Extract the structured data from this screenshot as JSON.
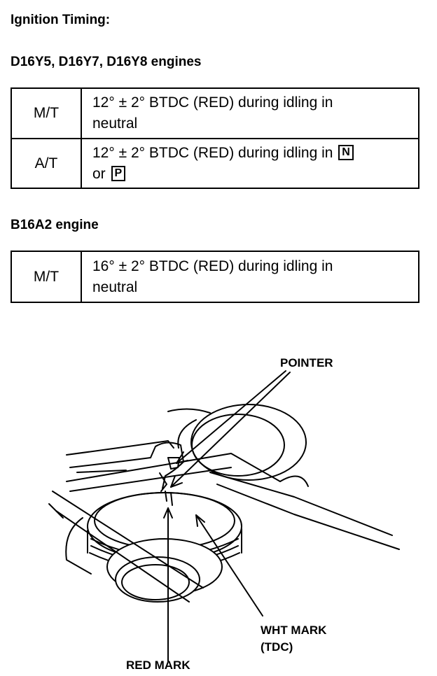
{
  "title": "Ignition Timing:",
  "section1": {
    "heading": "D16Y5, D16Y7, D16Y8 engines",
    "rows": [
      {
        "trans": "M/T",
        "line1": "12° ± 2° BTDC (RED) during idling in",
        "line2": "neutral"
      },
      {
        "trans": "A/T",
        "line1": "12° ± 2° BTDC (RED) during idling in",
        "box1": "N",
        "line2_prefix": "or",
        "box2": "P"
      }
    ]
  },
  "section2": {
    "heading": "B16A2 engine",
    "rows": [
      {
        "trans": "M/T",
        "line1": "16° ± 2° BTDC (RED) during idling in",
        "line2": "neutral"
      }
    ]
  },
  "figure": {
    "pointer_label": "POINTER",
    "wht_mark_label_line1": "WHT MARK",
    "wht_mark_label_line2": "(TDC)",
    "red_mark_label": "RED MARK"
  }
}
